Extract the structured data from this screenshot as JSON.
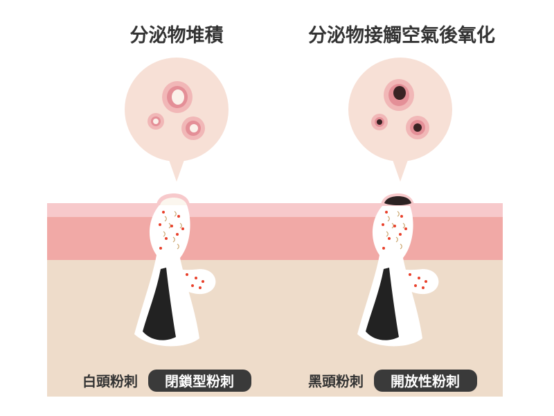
{
  "panels": {
    "left": {
      "title": "分泌物堆積",
      "label_plain": "白頭粉刺",
      "label_badge": "閉鎖型粉刺"
    },
    "right": {
      "title": "分泌物接觸空氣後氧化",
      "label_plain": "黑頭粉刺",
      "label_badge": "開放性粉刺"
    }
  },
  "colors": {
    "skin_top": "#f7c9cb",
    "skin_mid": "#f1a9a6",
    "skin_deep": "#eedcca",
    "bubble": "#f7e0d6",
    "pore_fill": "#ffffff",
    "hair": "#222222",
    "dots": "#e8402b",
    "badge_bg": "#3a3a3a",
    "badge_text": "#ffffff",
    "text": "#333333"
  }
}
